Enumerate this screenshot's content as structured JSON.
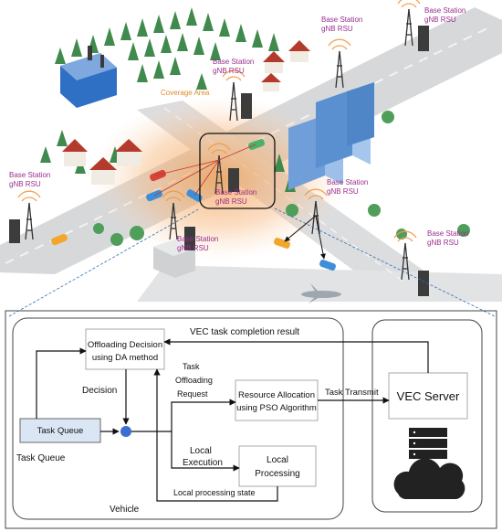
{
  "scene": {
    "base_stations": [
      {
        "line1": "Base Station",
        "line2": "gNB RSU"
      },
      {
        "line1": "Base Station",
        "line2": "gNB RSU"
      },
      {
        "line1": "Base Station",
        "line2": "gNB RSU"
      },
      {
        "line1": "Base Station",
        "line2": "gNB RSU"
      },
      {
        "line1": "Base Station",
        "line2": "gNB RSU"
      },
      {
        "line1": "Base Station",
        "line2": "gNB RSU"
      },
      {
        "line1": "Base Station",
        "line2": "gNB RSU"
      },
      {
        "line1": "Base Station",
        "line2": "gNB RSU"
      }
    ],
    "coverage_label": "Coverage Area"
  },
  "flow": {
    "offloading_decision": [
      "Offloading Decision",
      "using DA method"
    ],
    "decision_label": "Decision",
    "task_queue_box": "Task Queue",
    "task_queue_caption": "Task Queue",
    "task_offloading_request": [
      "Task",
      "Offloading",
      "Request"
    ],
    "resource_allocation": [
      "Resource Allocation",
      "using PSO Algorithm"
    ],
    "task_transmit": "Task Transmit",
    "vec_server": "VEC Server",
    "completion_result": "VEC task completion result",
    "local_execution": [
      "Local",
      "Execution"
    ],
    "local_processing": [
      "Local",
      "Processing"
    ],
    "local_processing_state": "Local processing state",
    "vehicle": "Vehicle"
  },
  "colors": {
    "base_station_text": "#9b2d8f",
    "coverage_text": "#e08a2c",
    "task_queue_fill": "#dbe6f5",
    "decision_node": "#3a6fd0"
  }
}
